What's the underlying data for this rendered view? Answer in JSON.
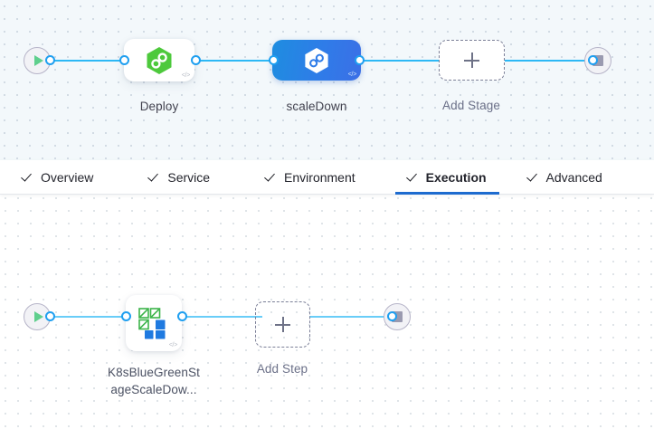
{
  "stage_canvas": {
    "name": "pipeline-stage-canvas",
    "start_node": {
      "icon": "play-icon",
      "label": ""
    },
    "end_node": {
      "icon": "stop-icon",
      "label": ""
    },
    "nodes": [
      {
        "id": "deploy",
        "label": "Deploy",
        "icon": "harness-deploy-hexagon-icon",
        "badge": "</>",
        "selected": false
      },
      {
        "id": "scaleDown",
        "label": "scaleDown",
        "icon": "harness-deploy-hexagon-icon",
        "badge": "</>",
        "selected": true
      }
    ],
    "add_stage": {
      "label": "Add Stage",
      "icon": "plus-icon"
    }
  },
  "tabs": {
    "items": [
      {
        "id": "overview",
        "label": "Overview",
        "checked": true,
        "active": false
      },
      {
        "id": "service",
        "label": "Service",
        "checked": true,
        "active": false
      },
      {
        "id": "environment",
        "label": "Environment",
        "checked": true,
        "active": false
      },
      {
        "id": "execution",
        "label": "Execution",
        "checked": true,
        "active": true
      },
      {
        "id": "advanced",
        "label": "Advanced",
        "checked": true,
        "active": false
      }
    ],
    "active_id": "execution",
    "active_underline_color": "#1d6bcf"
  },
  "step_canvas": {
    "name": "execution-step-canvas",
    "start_node": {
      "icon": "play-icon"
    },
    "end_node": {
      "icon": "stop-icon"
    },
    "steps": [
      {
        "id": "k8sBlueGreenStageScaleDown",
        "label_line1": "K8sBlueGreenSt",
        "label_line2": "ageScaleDow...",
        "icon": "kubernetes-squares-icon",
        "badge": "</>"
      }
    ],
    "add_step": {
      "label": "Add Step",
      "icon": "plus-icon"
    }
  },
  "colors": {
    "accent_blue": "#1f9ff0",
    "selected_node_blue": "#2f7ce8",
    "deploy_green": "#4dc93c",
    "tab_active": "#1d6bcf",
    "stage_canvas_bg": "#f3f8fb",
    "step_canvas_bg": "#ffffff",
    "icon_green": "#3cb44a",
    "icon_blue": "#1f7ae0"
  }
}
